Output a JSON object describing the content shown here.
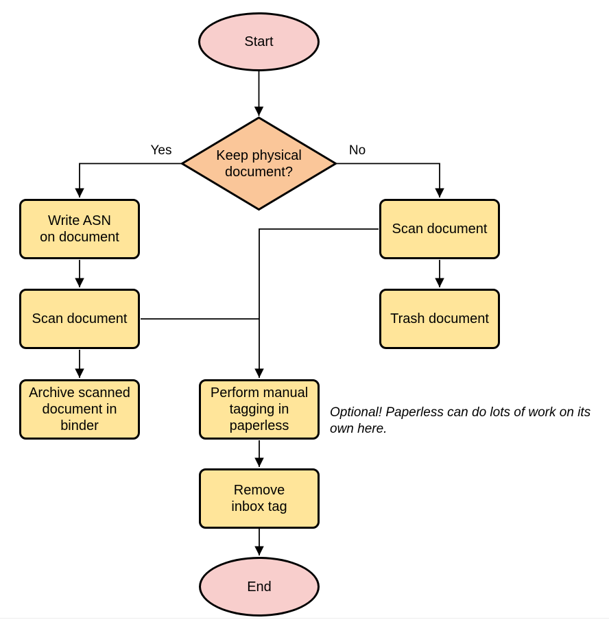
{
  "nodes": {
    "start": "Start",
    "decision": "Keep physical\ndocument?",
    "write_asn": "Write ASN\non document",
    "scan_left": "Scan document",
    "archive": "Archive scanned\ndocument in\nbinder",
    "scan_right": "Scan document",
    "trash": "Trash document",
    "tagging": "Perform manual\ntagging in\npaperless",
    "remove_inbox": "Remove\ninbox tag",
    "end": "End"
  },
  "edge_labels": {
    "yes": "Yes",
    "no": "No"
  },
  "note": "Optional! Paperless can do lots of work on its own here.",
  "colors": {
    "terminal_fill": "#f8cecc",
    "decision_fill": "#fac699",
    "process_fill": "#ffe59a",
    "stroke": "#000000"
  }
}
